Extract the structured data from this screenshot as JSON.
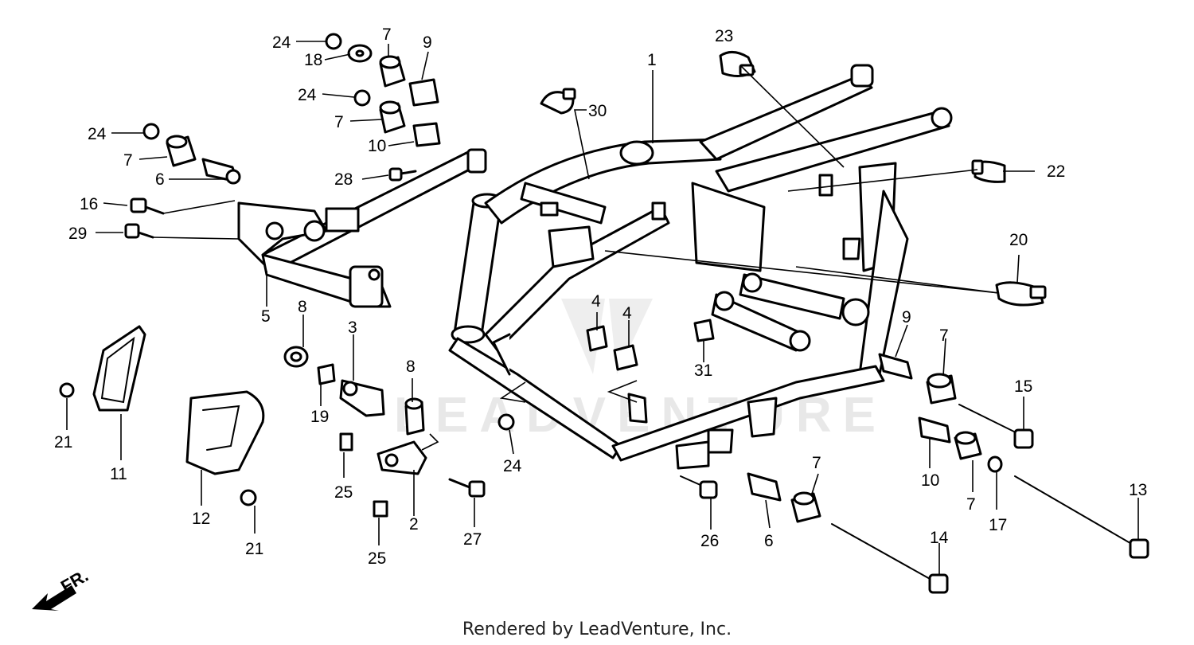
{
  "diagram": {
    "watermark": "LEADVENTURE",
    "footer_text": "Rendered by LeadVenture, Inc.",
    "direction_label": "FR.",
    "callouts": [
      "1",
      "2",
      "3",
      "4",
      "4",
      "5",
      "6",
      "6",
      "7",
      "7",
      "7",
      "7",
      "7",
      "8",
      "8",
      "9",
      "9",
      "10",
      "10",
      "11",
      "12",
      "13",
      "14",
      "15",
      "16",
      "17",
      "18",
      "19",
      "20",
      "21",
      "21",
      "22",
      "23",
      "24",
      "24",
      "24",
      "24",
      "25",
      "25",
      "26",
      "27",
      "28",
      "29",
      "30",
      "31"
    ]
  }
}
